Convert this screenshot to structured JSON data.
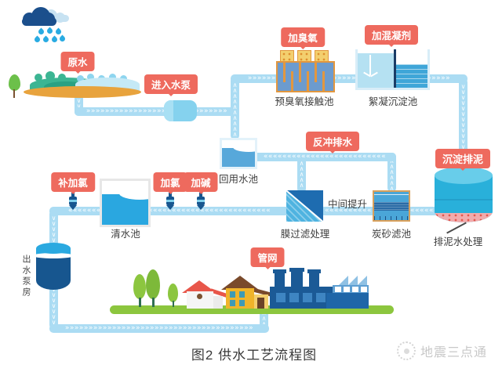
{
  "caption": "图2  供水工艺流程图",
  "watermark": "地震三点通",
  "bubbles": {
    "raw_water": "原水",
    "enter_pump": "进入水泵",
    "add_ozone": "加臭氧",
    "add_coagulant": "加混凝剂",
    "backwash_drain": "反冲排水",
    "settle_sludge": "沉淀排泥",
    "re_chlorinate": "补加氯",
    "add_chlorine": "加氯",
    "add_alkali": "加碱",
    "pipe_network": "管网"
  },
  "labels": {
    "pre_ozone_tank": "预臭氧接触池",
    "floc_tank": "絮凝沉淀池",
    "reuse_tank": "回用水池",
    "mid_lift": "中间提升",
    "membrane": "膜过滤处理",
    "carbon_sand": "炭砂滤池",
    "sludge_treat": "排泥水处理",
    "clear_tank": "清水池",
    "out_pump": "出水泵房"
  },
  "colors": {
    "pipe": "#abdcf3",
    "bubble_red": "#ee6a5e",
    "label_text": "#3d3d3d",
    "watermark_gray": "#c8c8c8",
    "water_blue": "#2aa7e0",
    "navy": "#17568f",
    "orange": "#e8a33d",
    "grass_green": "#8cc63e"
  }
}
